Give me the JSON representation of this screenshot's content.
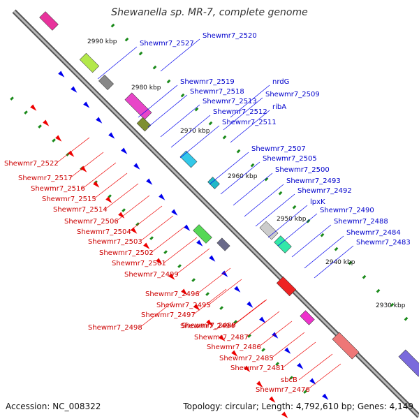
{
  "title": "Shewanella sp. MR-7, complete genome",
  "footer": {
    "accession": "Accession: NC_008322",
    "summary": "Topology: circular; Length: 4,792,610 bp; Genes: 4,149"
  },
  "colors": {
    "backbone": "#777777",
    "plus_strand": "#0000ee",
    "minus_strand": "#ee0000",
    "marker": "#1a8a1a"
  },
  "kbp_ticks": [
    "2990 kbp",
    "2980 kbp",
    "2970 kbp",
    "2960 kbp",
    "2950 kbp",
    "2940 kbp",
    "2930 kbp"
  ],
  "plus_strand_labels": [
    "Shewmr7_2520",
    "Shewmr7_2527",
    "Shewmr7_2519",
    "Shewmr7_2518",
    "Shewmr7_2513",
    "Shewmr7_2512",
    "Shewmr7_2511",
    "nrdG",
    "Shewmr7_2509",
    "ribA",
    "Shewmr7_2507",
    "Shewmr7_2505",
    "Shewmr7_2500",
    "Shewmr7_2493",
    "Shewmr7_2492",
    "lpxK",
    "Shewmr7_2490",
    "Shewmr7_2488",
    "Shewmr7_2484",
    "Shewmr7_2483"
  ],
  "minus_strand_labels": [
    "Shewmr7_2522",
    "Shewmr7_2517",
    "Shewmr7_2516",
    "Shewmr7_2515",
    "Shewmr7_2514",
    "Shewmr7_2506",
    "Shewmr7_2504",
    "Shewmr7_2503",
    "Shewmr7_2502",
    "Shewmr7_2501",
    "Shewmr7_2499",
    "Shewmr7_2496",
    "Shewmr7_2495",
    "Shewmr7_2497",
    "Shewmr7_2494",
    "Shewmr7_2498",
    "Shewmr7_2489",
    "Shewmr7_2487",
    "Shewmr7_2486",
    "Shewmr7_2485",
    "Shewmr7_2481",
    "sbcB",
    "Shewmr7_2476"
  ]
}
